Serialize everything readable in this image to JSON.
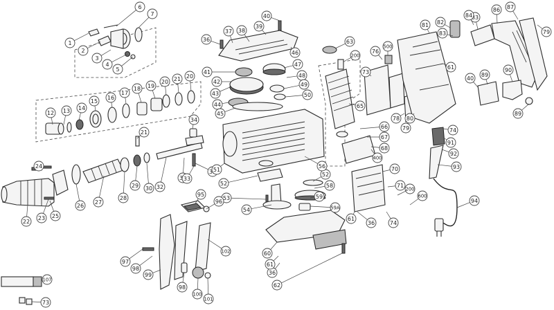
{
  "callouts": [
    {
      "id": "c1",
      "label": "1"
    },
    {
      "id": "c2",
      "label": "2"
    },
    {
      "id": "c3",
      "label": "3"
    },
    {
      "id": "c4",
      "label": "4"
    },
    {
      "id": "c5",
      "label": "5"
    },
    {
      "id": "c6",
      "label": "6"
    },
    {
      "id": "c7",
      "label": "7"
    },
    {
      "id": "c12",
      "label": "12"
    },
    {
      "id": "c13",
      "label": "13"
    },
    {
      "id": "c14",
      "label": "14"
    },
    {
      "id": "c15",
      "label": "15"
    },
    {
      "id": "c16",
      "label": "16"
    },
    {
      "id": "c17",
      "label": "17"
    },
    {
      "id": "c18",
      "label": "18"
    },
    {
      "id": "c19",
      "label": "19"
    },
    {
      "id": "c20a",
      "label": "20"
    },
    {
      "id": "c20b",
      "label": "20"
    },
    {
      "id": "c21a",
      "label": "21"
    },
    {
      "id": "c21b",
      "label": "21"
    },
    {
      "id": "c22",
      "label": "22"
    },
    {
      "id": "c23",
      "label": "23"
    },
    {
      "id": "c24",
      "label": "24"
    },
    {
      "id": "c25",
      "label": "25"
    },
    {
      "id": "c26",
      "label": "26"
    },
    {
      "id": "c27",
      "label": "27"
    },
    {
      "id": "c28",
      "label": "28"
    },
    {
      "id": "c29",
      "label": "29"
    },
    {
      "id": "c30",
      "label": "30"
    },
    {
      "id": "c31",
      "label": "31"
    },
    {
      "id": "c32",
      "label": "32"
    },
    {
      "id": "c33",
      "label": "33"
    },
    {
      "id": "c34",
      "label": "34"
    },
    {
      "id": "c35",
      "label": "35"
    },
    {
      "id": "c36a",
      "label": "36"
    },
    {
      "id": "c36b",
      "label": "36"
    },
    {
      "id": "c36c",
      "label": "36"
    },
    {
      "id": "c37",
      "label": "37"
    },
    {
      "id": "c38",
      "label": "38"
    },
    {
      "id": "c39",
      "label": "39"
    },
    {
      "id": "c40a",
      "label": "40"
    },
    {
      "id": "c40b",
      "label": "40"
    },
    {
      "id": "c41",
      "label": "41"
    },
    {
      "id": "c42",
      "label": "42"
    },
    {
      "id": "c43",
      "label": "43"
    },
    {
      "id": "c44",
      "label": "44"
    },
    {
      "id": "c45",
      "label": "45"
    },
    {
      "id": "c46",
      "label": "46"
    },
    {
      "id": "c47",
      "label": "47"
    },
    {
      "id": "c48",
      "label": "48"
    },
    {
      "id": "c49",
      "label": "49"
    },
    {
      "id": "c50",
      "label": "50"
    },
    {
      "id": "c51",
      "label": "51"
    },
    {
      "id": "c52a",
      "label": "52"
    },
    {
      "id": "c52b",
      "label": "52"
    },
    {
      "id": "c53",
      "label": "53"
    },
    {
      "id": "c54",
      "label": "54"
    },
    {
      "id": "c56",
      "label": "56"
    },
    {
      "id": "c58",
      "label": "58"
    },
    {
      "id": "c59",
      "label": "59"
    },
    {
      "id": "c59a",
      "label": "59A"
    },
    {
      "id": "c60",
      "label": "60"
    },
    {
      "id": "c61a",
      "label": "61"
    },
    {
      "id": "c61b",
      "label": "61"
    },
    {
      "id": "c61c",
      "label": "61"
    },
    {
      "id": "c62",
      "label": "62"
    },
    {
      "id": "c63",
      "label": "63"
    },
    {
      "id": "c65",
      "label": "65"
    },
    {
      "id": "c66",
      "label": "66"
    },
    {
      "id": "c67",
      "label": "67"
    },
    {
      "id": "c68",
      "label": "68"
    },
    {
      "id": "c70",
      "label": "70"
    },
    {
      "id": "c71",
      "label": "71"
    },
    {
      "id": "c73a",
      "label": "73"
    },
    {
      "id": "c73b",
      "label": "73"
    },
    {
      "id": "c74a",
      "label": "74"
    },
    {
      "id": "c74b",
      "label": "74"
    },
    {
      "id": "c76",
      "label": "76"
    },
    {
      "id": "c78",
      "label": "78"
    },
    {
      "id": "c79a",
      "label": "79"
    },
    {
      "id": "c79b",
      "label": "79"
    },
    {
      "id": "c80",
      "label": "80"
    },
    {
      "id": "c81",
      "label": "81"
    },
    {
      "id": "c82",
      "label": "82"
    },
    {
      "id": "c83a",
      "label": "83"
    },
    {
      "id": "c83b",
      "label": "83"
    },
    {
      "id": "c84",
      "label": "84"
    },
    {
      "id": "c86",
      "label": "86"
    },
    {
      "id": "c87",
      "label": "87"
    },
    {
      "id": "c89a",
      "label": "89"
    },
    {
      "id": "c89b",
      "label": "89"
    },
    {
      "id": "c90",
      "label": "90"
    },
    {
      "id": "c91",
      "label": "91"
    },
    {
      "id": "c92",
      "label": "92"
    },
    {
      "id": "c93",
      "label": "93"
    },
    {
      "id": "c94",
      "label": "94"
    },
    {
      "id": "c95",
      "label": "95"
    },
    {
      "id": "c96",
      "label": "96"
    },
    {
      "id": "c97",
      "label": "97"
    },
    {
      "id": "c98a",
      "label": "98"
    },
    {
      "id": "c98b",
      "label": "98"
    },
    {
      "id": "c99",
      "label": "99"
    },
    {
      "id": "c100",
      "label": "100"
    },
    {
      "id": "c101",
      "label": "101"
    },
    {
      "id": "c102",
      "label": "102"
    },
    {
      "id": "c107",
      "label": "107"
    },
    {
      "id": "c200a",
      "label": "200"
    },
    {
      "id": "c200b",
      "label": "200"
    },
    {
      "id": "c400",
      "label": "400"
    },
    {
      "id": "c500",
      "label": "500"
    },
    {
      "id": "c600",
      "label": "600"
    }
  ]
}
